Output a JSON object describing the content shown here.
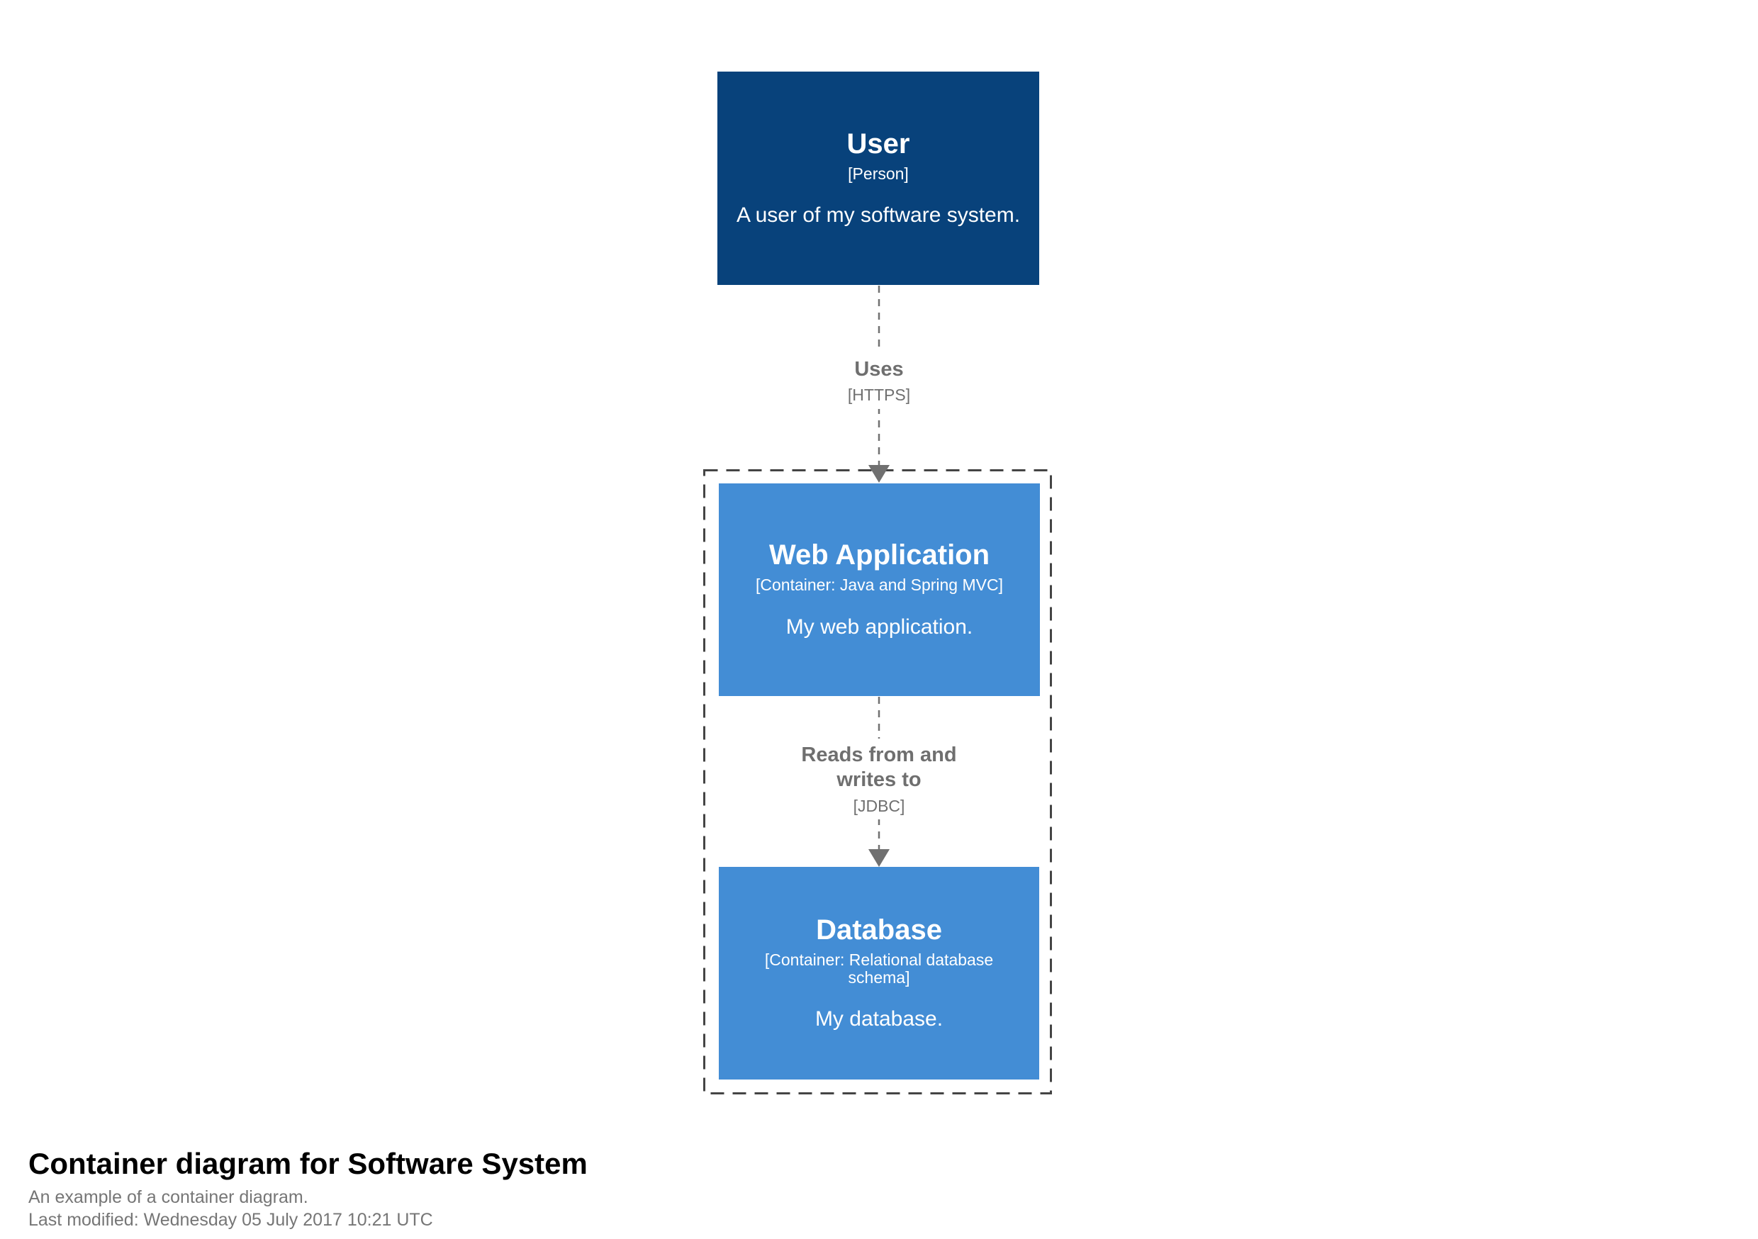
{
  "page": {
    "background": "#ffffff"
  },
  "diagram": {
    "type": "c4-container-diagram",
    "nodes": [
      {
        "key": "user",
        "title": "User",
        "subtitle": "[Person]",
        "description": "A user of my software system.",
        "background": "#08427B",
        "text_color": "#ffffff"
      },
      {
        "key": "web-application",
        "title": "Web Application",
        "subtitle": "[Container: Java and Spring MVC]",
        "description": "My web application.",
        "background": "#438DD5",
        "text_color": "#ffffff"
      },
      {
        "key": "database",
        "title": "Database",
        "subtitle": "[Container: Relational database schema]",
        "description": "My database.",
        "background": "#438DD5",
        "text_color": "#ffffff"
      }
    ],
    "relationships": [
      {
        "label": "Uses",
        "technology": "[HTTPS]"
      },
      {
        "label": "Reads from and writes to",
        "technology": "[JDBC]"
      }
    ],
    "boundary": {
      "stroke": "#444444"
    },
    "connector_color": "#707070",
    "label_color": "#6f6f6f"
  },
  "footer": {
    "title": "Container diagram for Software System",
    "description": "An example of a container diagram.",
    "last_modified": "Last modified: Wednesday 05 July 2017 10:21 UTC",
    "title_color": "#000000",
    "meta_color": "#767676"
  }
}
